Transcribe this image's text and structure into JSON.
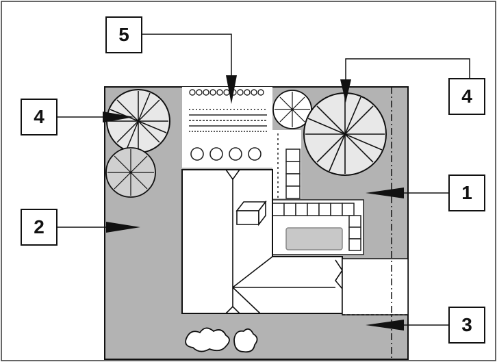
{
  "callouts": {
    "label_1": "1",
    "label_2": "2",
    "label_3": "3",
    "label_4_left": "4",
    "label_4_right": "4",
    "label_5": "5"
  },
  "colors": {
    "lawn": "#b3b3b3",
    "outline": "#111111",
    "background": "#ffffff",
    "pond": "#c8c8c8"
  }
}
